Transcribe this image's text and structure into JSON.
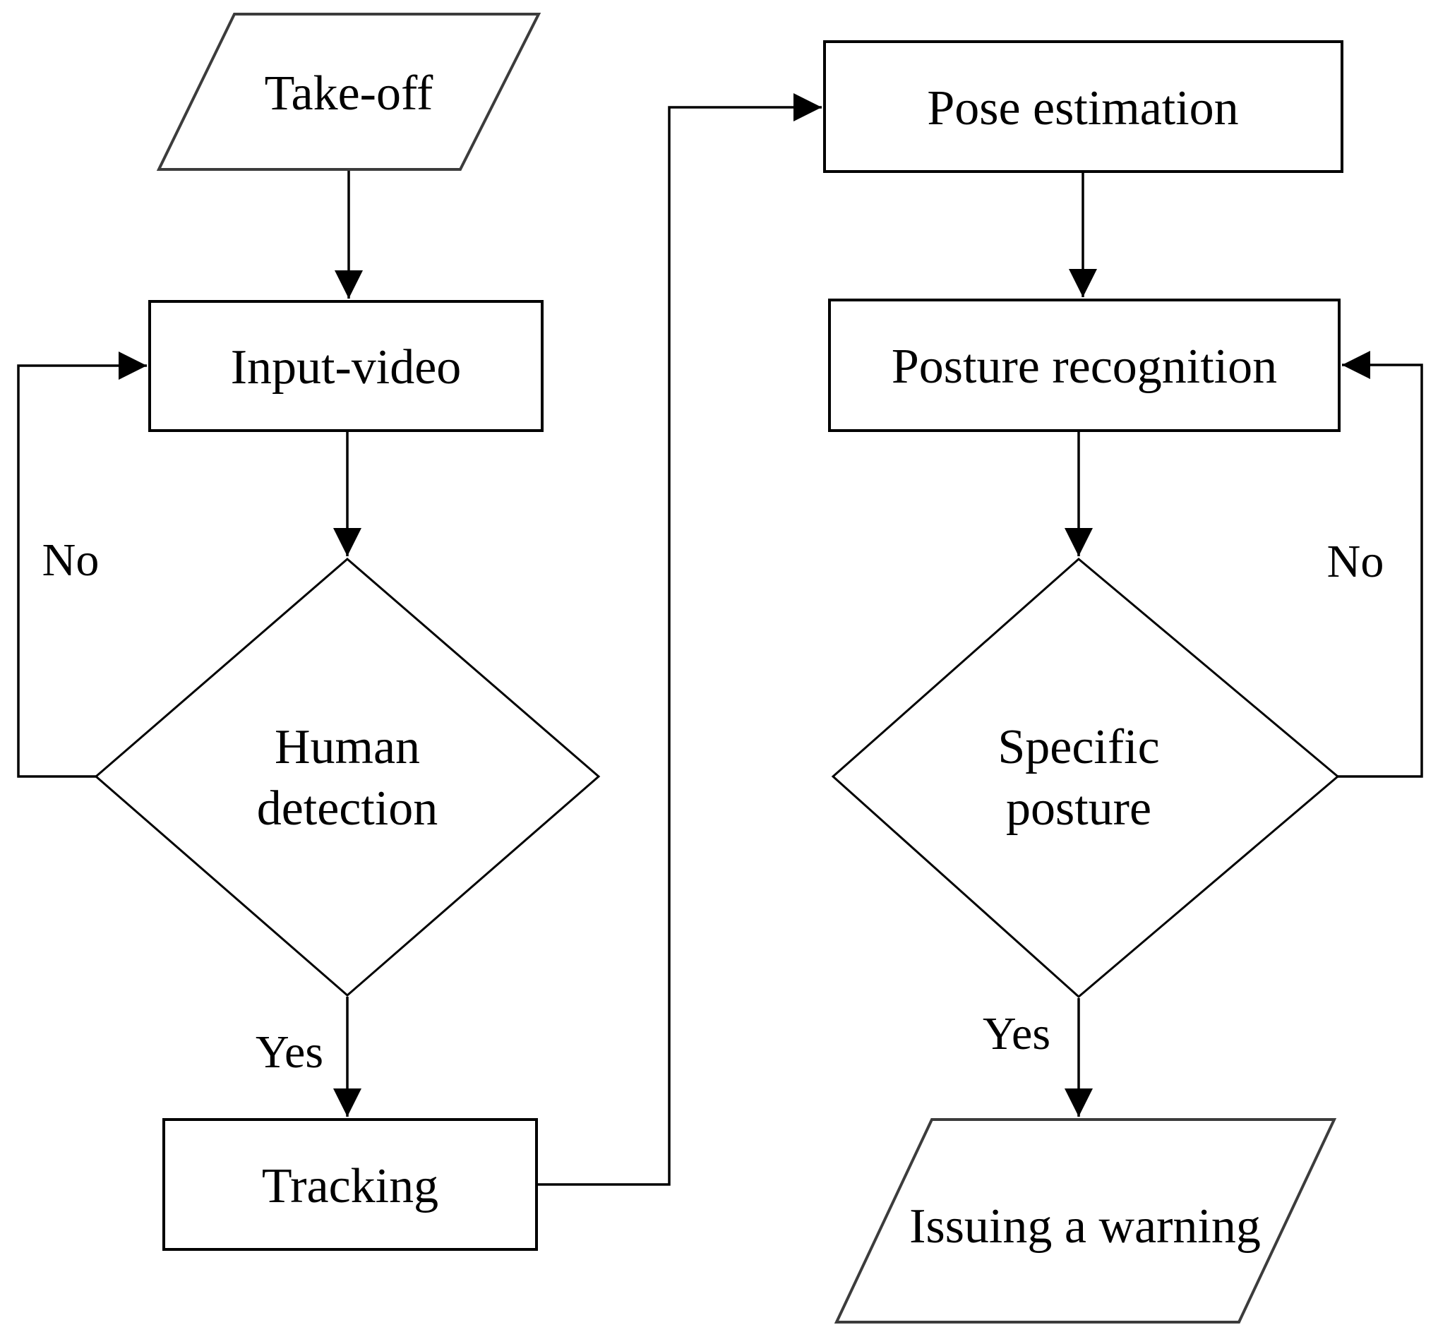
{
  "diagram": {
    "type": "flowchart",
    "background_color": "#ffffff",
    "stroke_color": "#000000",
    "text_color": "#000000",
    "nodes": {
      "takeoff": {
        "label": "Take-off",
        "shape": "parallelogram",
        "role": "start"
      },
      "input_video": {
        "label": "Input-video",
        "shape": "rectangle",
        "role": "process"
      },
      "human_detection": {
        "label_line1": "Human",
        "label_line2": "detection",
        "shape": "diamond",
        "role": "decision"
      },
      "tracking": {
        "label": "Tracking",
        "shape": "rectangle",
        "role": "process"
      },
      "pose_estimation": {
        "label": "Pose estimation",
        "shape": "rectangle",
        "role": "process"
      },
      "posture_recognition": {
        "label": "Posture recognition",
        "shape": "rectangle",
        "role": "process"
      },
      "specific_posture": {
        "label_line1": "Specific",
        "label_line2": "posture",
        "shape": "diamond",
        "role": "decision"
      },
      "issuing_warning": {
        "label": "Issuing a warning",
        "shape": "parallelogram",
        "role": "output"
      }
    },
    "edge_labels": {
      "human_detection_no": "No",
      "human_detection_yes": "Yes",
      "specific_posture_no": "No",
      "specific_posture_yes": "Yes"
    },
    "edges": [
      {
        "from": "takeoff",
        "to": "input_video"
      },
      {
        "from": "input_video",
        "to": "human_detection"
      },
      {
        "from": "human_detection",
        "to": "input_video",
        "label": "No"
      },
      {
        "from": "human_detection",
        "to": "tracking",
        "label": "Yes"
      },
      {
        "from": "tracking",
        "to": "pose_estimation"
      },
      {
        "from": "pose_estimation",
        "to": "posture_recognition"
      },
      {
        "from": "posture_recognition",
        "to": "specific_posture"
      },
      {
        "from": "specific_posture",
        "to": "posture_recognition",
        "label": "No"
      },
      {
        "from": "specific_posture",
        "to": "issuing_warning",
        "label": "Yes"
      }
    ]
  }
}
